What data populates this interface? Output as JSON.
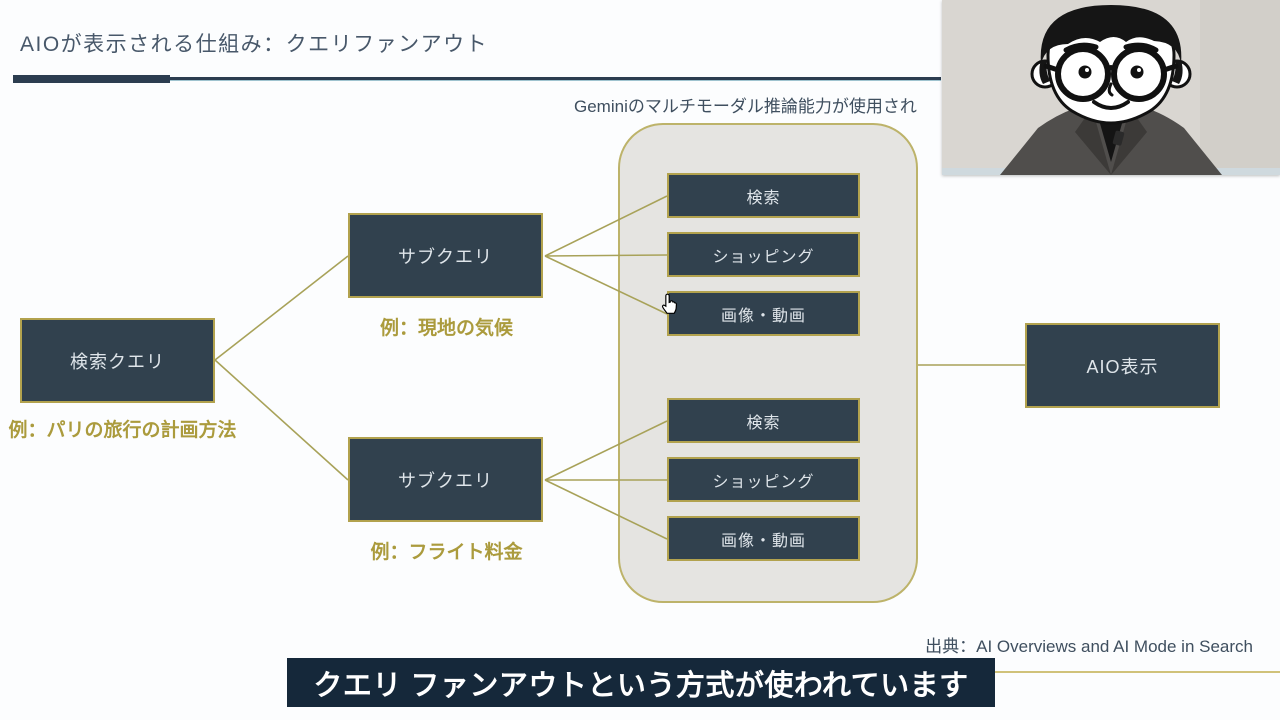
{
  "slide": {
    "title": "AIOが表示される仕組み：クエリファンアウト",
    "gemini_caption": "Geminiのマルチモーダル推論能力が使用され",
    "source": "出典：AI Overviews and AI Mode in Search"
  },
  "diagram": {
    "query": {
      "label": "検索クエリ",
      "example": "例：パリの旅行の計画方法"
    },
    "subqueries": [
      {
        "label": "サブクエリ",
        "example": "例：現地の気候",
        "services": [
          "検索",
          "ショッピング",
          "画像・動画"
        ]
      },
      {
        "label": "サブクエリ",
        "example": "例：フライト料金",
        "services": [
          "検索",
          "ショッピング",
          "画像・動画"
        ]
      }
    ],
    "output": {
      "label": "AIO表示"
    }
  },
  "subtitle": {
    "text": "クエリ ファンアウトという方式が使われています"
  },
  "colors": {
    "box_fill": "#31414e",
    "box_border": "#b2a24e",
    "connector": "#a8a259",
    "accent_text": "#ab9b3d",
    "title_text": "#48586a",
    "underline": "#2c3d50",
    "container_fill": "#e5e4e1",
    "container_border": "#bdb36a",
    "subtitle_bg": "#15283a",
    "subtitle_text": "#ffffff",
    "background": "#fcfdfe"
  }
}
